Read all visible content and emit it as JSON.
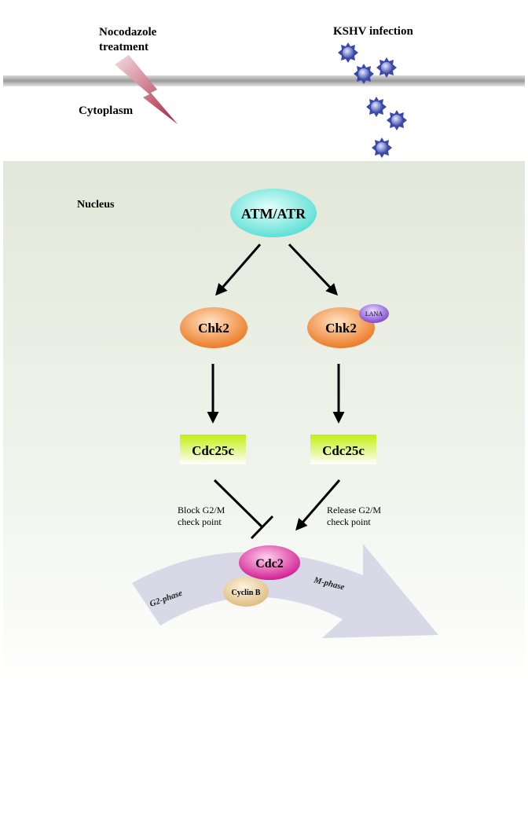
{
  "labels": {
    "nocodazole": "Nocodazole treatment",
    "kshv": "KSHV infection",
    "cytoplasm": "Cytoplasm",
    "nucleus": "Nucleus",
    "block": "Block G2/M check point",
    "release": "Release G2/M check point"
  },
  "nodes": {
    "atm_atr": "ATM/ATR",
    "chk2_left": "Chk2",
    "chk2_right": "Chk2",
    "lana": "LANA",
    "cdc25c_left": "Cdc25c",
    "cdc25c_right": "Cdc25c",
    "cdc2": "Cdc2",
    "cyclin_b": "Cyclin B"
  },
  "phases": {
    "g2": "G2-phase",
    "m": "M-phase"
  },
  "colors": {
    "membrane": "#8c8c8c",
    "nucleus_bg": "#e6ecde",
    "atm_atr": "#66e6dc",
    "chk2": "#f08a3a",
    "lana": "#8a5ad8",
    "cdc25c": "#c8f020",
    "cdc2": "#d8279a",
    "cyclin_b": "#e4c68c",
    "phase_arrow": "#d6d6e4",
    "virion": "#4a58b8",
    "lightning": "#b02848"
  },
  "icons": [
    "lightning-bolt-icon",
    "virion-icon"
  ]
}
